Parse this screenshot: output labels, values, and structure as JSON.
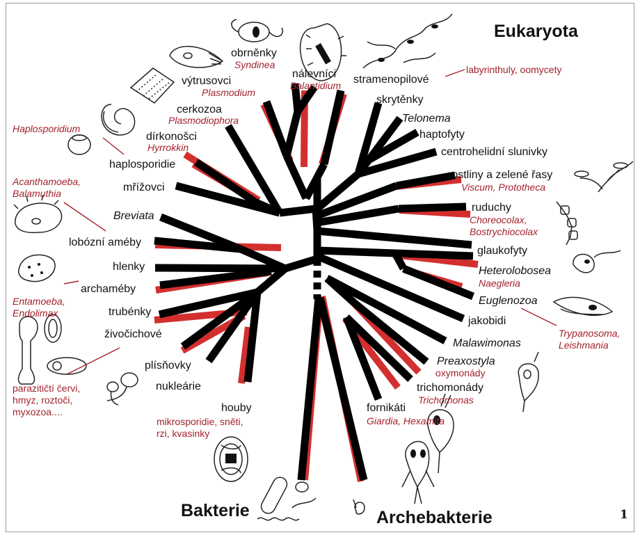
{
  "title": "Eukaryota",
  "page_number": "1",
  "roots": {
    "left": "Bakterie",
    "right": "Archebakterie"
  },
  "groups": [
    {
      "label": "obrněnky",
      "parasites": "Syndinea",
      "parasites_italic": true
    },
    {
      "label": "výtrusovci",
      "parasites": "Plasmodium",
      "parasites_italic": true
    },
    {
      "label": "nálevníci",
      "parasites": "Balantidium",
      "parasites_italic": true
    },
    {
      "label": "stramenopilové",
      "parasites": "labyrinthuly, oomycety",
      "parasites_italic": false
    },
    {
      "label": "cerkozoa",
      "parasites": "Plasmodiophora",
      "parasites_italic": true
    },
    {
      "label": "dírkonošci",
      "parasites": "Hyrrokkin",
      "parasites_italic": true
    },
    {
      "label": "haplosporidie",
      "parasites": "Haplosporidium",
      "parasites_italic": true
    },
    {
      "label": "mřížovci"
    },
    {
      "label": "skrytěnky"
    },
    {
      "label": "Telonema",
      "label_italic": true
    },
    {
      "label": "haptofyty"
    },
    {
      "label": "centrohelidní slunivky"
    },
    {
      "label": "rostliny a zelené řasy",
      "parasites": "Viscum, Prototheca",
      "parasites_italic": true
    },
    {
      "label": "ruduchy",
      "parasites": "Choreocolax,",
      "parasites2": "Bostrychiocolax",
      "parasites_italic": true
    },
    {
      "label": "glaukofyty"
    },
    {
      "label": "Heterolobosea",
      "label_italic": true,
      "parasites": "Naegleria",
      "parasites_italic": true
    },
    {
      "label": "Euglenozoa",
      "label_italic": true,
      "parasites": "Trypanosoma,",
      "parasites2": "Leishmania",
      "parasites_italic": true
    },
    {
      "label": "jakobidi"
    },
    {
      "label": "Malawimonas",
      "label_italic": true
    },
    {
      "label": "Preaxostyla",
      "label_italic": true,
      "parasites": "oxymonády",
      "parasites_italic": false
    },
    {
      "label": "trichomonády",
      "parasites": "Trichomonas",
      "parasites_italic": true
    },
    {
      "label": "fornikáti",
      "parasites": "Giardia, Hexamita",
      "parasites_italic": true
    },
    {
      "label": "Breviata",
      "label_italic": true
    },
    {
      "label": "lobózní améby",
      "parasites": "Acanthamoeba,",
      "parasites2": "Balamuthia",
      "parasites_italic": true
    },
    {
      "label": "hlenky"
    },
    {
      "label": "archaméby",
      "parasites": "Entamoeba,",
      "parasites2": "Endolimax",
      "parasites_italic": true
    },
    {
      "label": "trubénky"
    },
    {
      "label": "živočichové",
      "parasites": "parazitičtí červi,",
      "parasites2": "hmyz, roztoči,",
      "parasites3": "myxozoa....",
      "parasites_italic": false
    },
    {
      "label": "plísňovky"
    },
    {
      "label": "nukleárie"
    },
    {
      "label": "houby",
      "parasites": "mikrosporidie, sněti,",
      "parasites2": "rzi, kvasinky",
      "parasites_italic": false
    }
  ],
  "legend_colors": {
    "branch": "#000000",
    "parasitic_branch": "#d32f2f",
    "parasite_text": "#a3212b"
  }
}
